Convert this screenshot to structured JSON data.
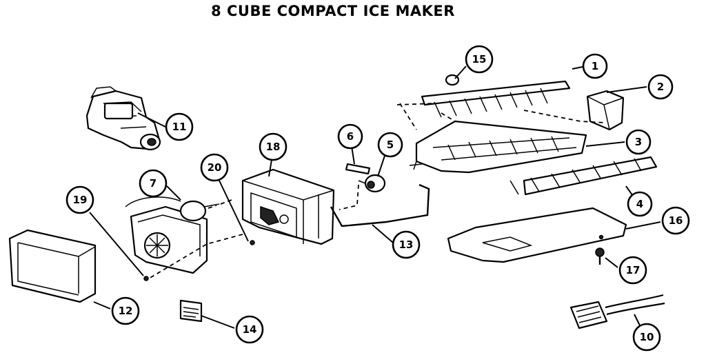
{
  "title": "8 CUBE COMPACT ICE MAKER",
  "callouts": [
    {
      "id": "1",
      "label": "1"
    },
    {
      "id": "2",
      "label": "2"
    },
    {
      "id": "3",
      "label": "3"
    },
    {
      "id": "4",
      "label": "4"
    },
    {
      "id": "5",
      "label": "5"
    },
    {
      "id": "6",
      "label": "6"
    },
    {
      "id": "7",
      "label": "7"
    },
    {
      "id": "10",
      "label": "10"
    },
    {
      "id": "11",
      "label": "11"
    },
    {
      "id": "12",
      "label": "12"
    },
    {
      "id": "13",
      "label": "13"
    },
    {
      "id": "14",
      "label": "14"
    },
    {
      "id": "15",
      "label": "15"
    },
    {
      "id": "16",
      "label": "16"
    },
    {
      "id": "17",
      "label": "17"
    },
    {
      "id": "18",
      "label": "18"
    },
    {
      "id": "19",
      "label": "19"
    },
    {
      "id": "20",
      "label": "20"
    }
  ]
}
